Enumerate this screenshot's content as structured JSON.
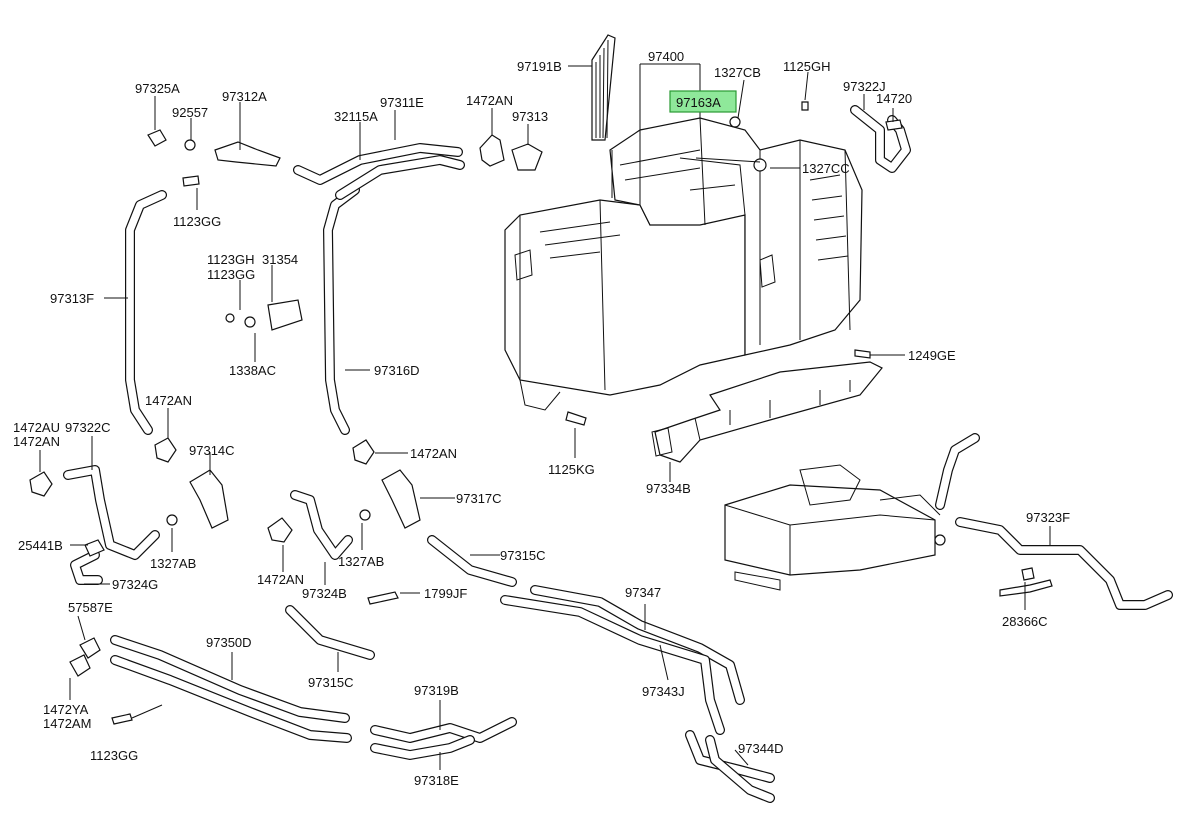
{
  "colors": {
    "line": "#111111",
    "background": "#ffffff",
    "highlight": "#8fe89a",
    "highlight_border": "#2a9a34"
  },
  "highlighted_part": "97163A",
  "labels": {
    "97325A": "97325A",
    "92557": "92557",
    "97312A": "97312A",
    "1123GG_a": "1123GG",
    "97311E": "97311E",
    "32115A": "32115A",
    "1472AN_a": "1472AN",
    "97313": "97313",
    "97191B": "97191B",
    "97400": "97400",
    "1327CB": "1327CB",
    "1125GH": "1125GH",
    "97322J": "97322J",
    "14720": "14720",
    "97163A": "97163A",
    "1327CC": "1327CC",
    "1123GH": "1123GH",
    "31354": "31354",
    "1123GG_b": "1123GG",
    "97313F": "97313F",
    "1338AC": "1338AC",
    "97316D": "97316D",
    "1249GE": "1249GE",
    "1472AN_b": "1472AN",
    "1472AU": "1472AU",
    "1472AN_c": "1472AN",
    "97322C": "97322C",
    "97314C": "97314C",
    "1472AN_d": "1472AN",
    "1125KG": "1125KG",
    "97334B": "97334B",
    "97317C": "97317C",
    "25441B": "25441B",
    "1327AB_a": "1327AB",
    "1327AB_b": "1327AB",
    "97315C_a": "97315C",
    "97323F": "97323F",
    "97324G": "97324G",
    "1472AN_e": "1472AN",
    "97324B": "97324B",
    "1799JF": "1799JF",
    "57587E": "57587E",
    "97350D": "97350D",
    "97347": "97347",
    "28366C": "28366C",
    "97315C_b": "97315C",
    "97343J": "97343J",
    "1472YA": "1472YA",
    "1472AM": "1472AM",
    "97319B": "97319B",
    "1123GG_c": "1123GG",
    "97344D": "97344D",
    "97318E": "97318E"
  }
}
